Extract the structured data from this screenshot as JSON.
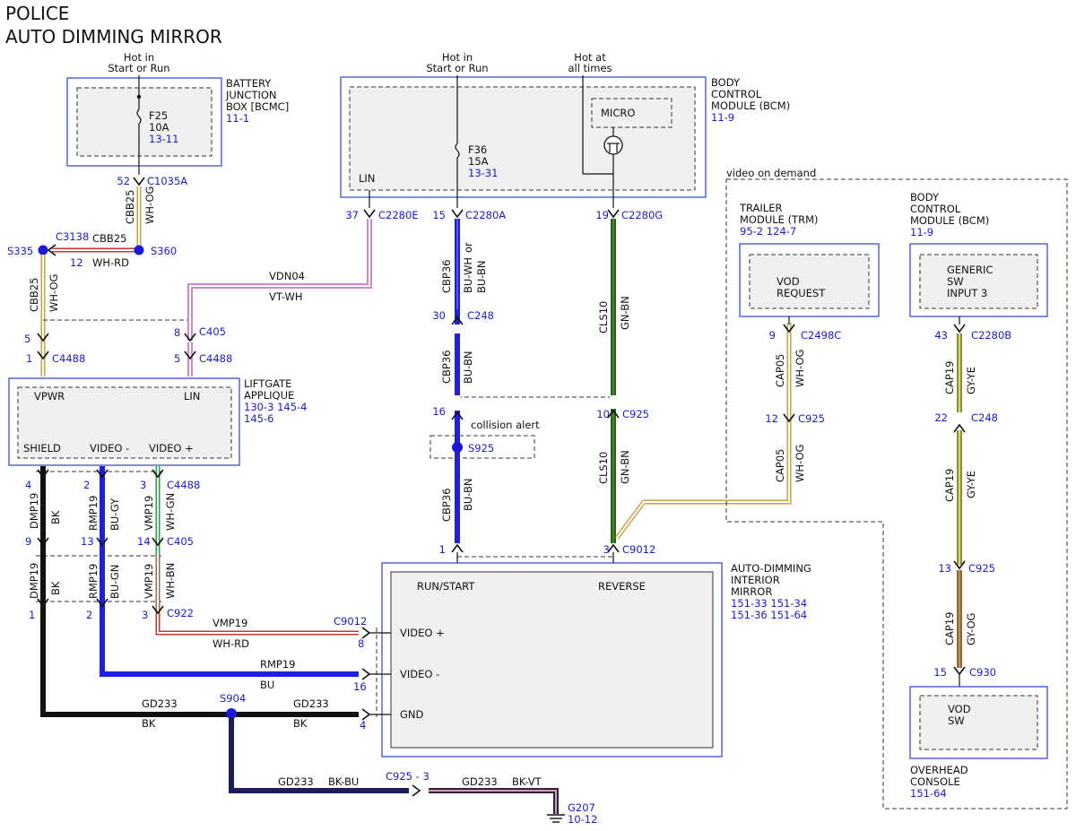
{
  "title": {
    "line1": "POLICE",
    "line2": "AUTO DIMMING MIRROR"
  },
  "labels": {
    "bjb_hot": "Hot in",
    "bjb_hot2": "Start or Run",
    "bjb_name1": "BATTERY",
    "bjb_name2": "JUNCTION",
    "bjb_name3": "BOX [BCMC]",
    "bjb_ref": "11-1",
    "f25": "F25",
    "f25_amp": "10A",
    "f25_ref": "13-11",
    "bcm_hot": "Hot in",
    "bcm_hot2": "Start or Run",
    "bcm_hotat": "Hot at",
    "bcm_hotat2": "all times",
    "bcm_name1": "BODY",
    "bcm_name2": "CONTROL",
    "bcm_name3": "MODULE (BCM)",
    "bcm_ref": "11-9",
    "micro": "MICRO",
    "lin": "LIN",
    "f36": "F36",
    "f36_amp": "15A",
    "f36_ref": "13-31",
    "vod": "video on demand",
    "trm1": "TRAILER",
    "trm2": "MODULE (TRM)",
    "trm_ref": "95-2   124-7",
    "vod_req1": "VOD",
    "vod_req2": "REQUEST",
    "bcm2_1": "BODY",
    "bcm2_2": "CONTROL",
    "bcm2_3": "MODULE (BCM)",
    "bcm2_ref": "11-9",
    "gsi1": "GENERIC",
    "gsi2": "SW",
    "gsi3": "INPUT 3",
    "lift1": "LIFTGATE",
    "lift2": "APPLIQUE",
    "lift_ref1": "130-3   145-4",
    "lift_ref2": "145-6",
    "vpwr": "VPWR",
    "lift_lin": "LIN",
    "shield": "SHIELD",
    "vminus": "VIDEO -",
    "vplus": "VIDEO +",
    "coll": "collision alert",
    "mir1": "AUTO-DIMMING",
    "mir2": "INTERIOR",
    "mir3": "MIRROR",
    "mir_ref1": "151-33   151-34",
    "mir_ref2": "151-36   151-64",
    "runstart": "RUN/START",
    "reverse": "REVERSE",
    "mvplus": "VIDEO +",
    "mvminus": "VIDEO -",
    "gnd": "GND",
    "vodsw1": "VOD",
    "vodsw2": "SW",
    "oh1": "OVERHEAD",
    "oh2": "CONSOLE",
    "oh_ref": "151-64"
  },
  "connectors": {
    "c1035a": "C1035A",
    "p52": "52",
    "c3138": "C3138",
    "p12": "12",
    "s335": "S335",
    "s360": "S360",
    "c2280e": "C2280E",
    "p37": "37",
    "c2280a": "C2280A",
    "p15": "15",
    "c2280g": "C2280G",
    "p19": "19",
    "c405a": "C405",
    "p8": "8",
    "p5a": "5",
    "c4488a": "C4488",
    "p1a": "1",
    "p5b": "5",
    "c4488b": "C4488",
    "c248a": "C248",
    "p30": "30",
    "c925a": "C925",
    "p16": "16",
    "s925": "S925",
    "p10": "10",
    "c2498c": "C2498C",
    "p9a": "9",
    "c925b": "C925",
    "p12b": "12",
    "c2280b": "C2280B",
    "p43": "43",
    "c248b": "C248",
    "p22": "22",
    "c925c": "C925",
    "p13b": "13",
    "c930": "C930",
    "p15b": "15",
    "c4488c": "C4488",
    "p4": "4",
    "p2": "2",
    "p3": "3",
    "c405b": "C405",
    "p9b": "9",
    "p13": "13",
    "p14": "14",
    "c922": "C922",
    "p1b": "1",
    "p2b": "2",
    "p3b": "3",
    "c9012a": "C9012",
    "p1c": "1",
    "p3c": "3",
    "c9012b": "C9012",
    "p8b": "8",
    "p16b": "16",
    "p4b": "4",
    "s904": "S904",
    "c925d": "C925 - 3",
    "g207": "G207",
    "g207_ref": "10-12"
  },
  "wires": {
    "w_cbb25_v": "CBB25",
    "w_whog_v": "WH-OG",
    "w_cbb25_h": "CBB25",
    "w_whrd_h": "WH-RD",
    "w_cbb25_l": "CBB25",
    "w_whog_l": "WH-OG",
    "w_vdn04": "VDN04",
    "w_vtwh": "VT-WH",
    "w_cbp36a": "CBP36",
    "w_buwh": "BU-WH",
    "w_or": "or",
    "w_bubn0": "BU-BN",
    "w_cbp36b": "CBP36",
    "w_bubn1": "BU-BN",
    "w_cbp36c": "CBP36",
    "w_bubn2": "BU-BN",
    "w_cls10a": "CLS10",
    "w_gnbn1": "GN-BN",
    "w_cls10b": "CLS10",
    "w_gnbn2": "GN-BN",
    "w_cap05a": "CAP05",
    "w_whog1": "WH-OG",
    "w_cap05b": "CAP05",
    "w_whog2": "WH-OG",
    "w_cap19a": "CAP19",
    "w_gyye1": "GY-YE",
    "w_cap19b": "CAP19",
    "w_gyye2": "GY-YE",
    "w_cap19c": "CAP19",
    "w_gyog": "GY-OG",
    "w_dmp1": "DMP19",
    "w_bk1": "BK",
    "w_rmp1": "RMP19",
    "w_bugy": "BU-GY",
    "w_vmp1": "VMP19",
    "w_whgn": "WH-GN",
    "w_dmp2": "DMP19",
    "w_bk2": "BK",
    "w_rmp2": "RMP19",
    "w_bugn": "BU-GN",
    "w_vmp2": "VMP19",
    "w_whbn": "WH-BN",
    "w_vmp19h": "VMP19",
    "w_whrd2": "WH-RD",
    "w_rmp19h": "RMP19",
    "w_bu": "BU",
    "w_gd233a": "GD233",
    "w_bka": "BK",
    "w_gd233b": "GD233",
    "w_bkb": "BK",
    "w_gd233c": "GD233",
    "w_bkbu": "BK-BU",
    "w_gd233d": "GD233",
    "w_bkvt": "BK-VT"
  },
  "colors": {
    "component_border": "#3a4fd6",
    "reference": "#1a1ad6",
    "splice": "#1a1ad6"
  }
}
